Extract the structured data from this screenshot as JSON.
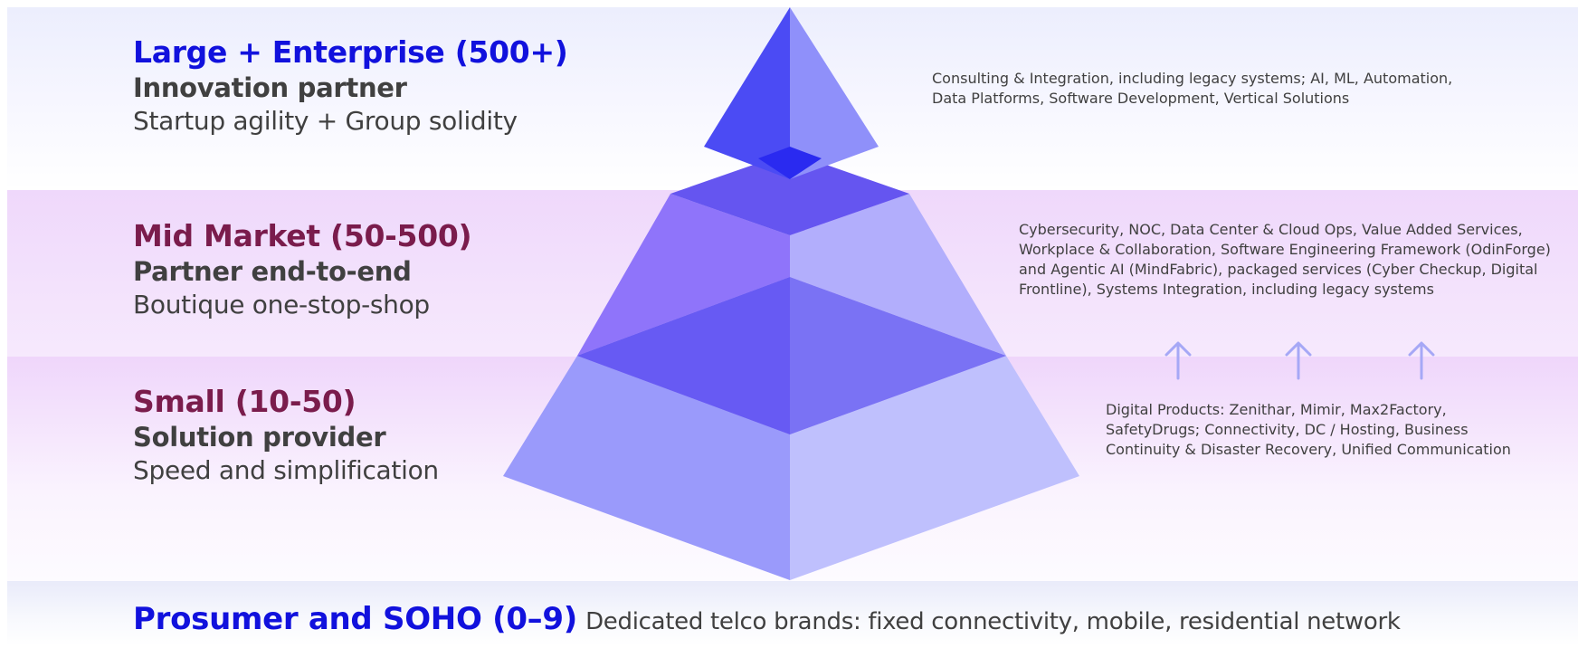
{
  "tiers": {
    "large": {
      "title": "Large + Enterprise (500+)",
      "role": "Innovation partner",
      "desc": "Startup agility + Group solidity",
      "services": "Consulting & Integration, including legacy systems; AI, ML, Automation, Data Platforms, Software Development, Vertical Solutions"
    },
    "mid": {
      "title": "Mid Market (50-500)",
      "role": "Partner end-to-end",
      "desc": "Boutique one-stop-shop",
      "services": "Cybersecurity, NOC, Data Center & Cloud Ops, Value Added Services, Workplace & Collaboration, Software Engineering Framework (OdinForge) and Agentic AI (MindFabric), packaged services (Cyber Checkup, Digital Frontline), Systems Integration, including legacy systems"
    },
    "small": {
      "title": "Small (10-50)",
      "role": "Solution provider",
      "desc": "Speed and simplification",
      "services": "Digital Products: Zenithar, Mimir, Max2Factory, SafetyDrugs; Connectivity, DC / Hosting, Business Continuity & Disaster Recovery, Unified Communication"
    },
    "soho": {
      "title": "Prosumer and SOHO (0–9)",
      "desc": "Dedicated telco brands: fixed connectivity, mobile, residential network"
    }
  },
  "colors": {
    "title_blue": "#1111dd",
    "title_maroon": "#7a1c4c",
    "text_gray": "#404040",
    "arrow": "#a6a8f6"
  },
  "icons": [
    "arrow-up-icon",
    "arrow-up-icon",
    "arrow-up-icon"
  ]
}
